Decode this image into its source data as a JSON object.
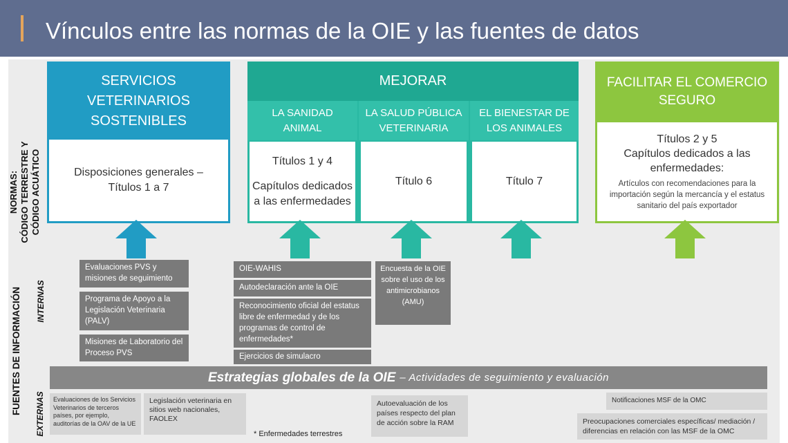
{
  "title": "Vínculos entre las normas de la OIE y las fuentes de datos",
  "side_labels": {
    "normas_line1": "NORMAS:",
    "normas_line2": "CÓDIGO TERRESTRE Y",
    "normas_line3": "CÓDIGO ACUÁTICO",
    "fuentes": "FUENTES DE INFORMACIÓN",
    "internas": "INTERNAS",
    "externas": "EXTERNAS"
  },
  "pillars": {
    "servicios": {
      "head_line1": "SERVICIOS",
      "head_line2": "VETERINARIOS",
      "head_line3": "SOSTENIBLES",
      "body_line1": "Disposiciones generales –",
      "body_line2": "Títulos 1 a 7"
    },
    "mejorar": {
      "head": "MEJORAR",
      "sanidad": {
        "head_line1": "LA SANIDAD",
        "head_line2": "ANIMAL",
        "body_line1": "Títulos 1 y 4",
        "body_line2": "Capítulos dedicados",
        "body_line3": "a las enfermedades"
      },
      "salud": {
        "head_line1": "LA SALUD PÚBLICA",
        "head_line2": "VETERINARIA",
        "body": "Título 6"
      },
      "bienestar": {
        "head_line1": "EL BIENESTAR DE",
        "head_line2": "LOS ANIMALES",
        "body": "Título 7"
      }
    },
    "comercio": {
      "head_line1": "FACILITAR EL COMERCIO",
      "head_line2": "SEGURO",
      "body_line1": "Títulos 2 y 5",
      "body_line2": "Capítulos dedicados a las",
      "body_line3": "enfermedades:",
      "body_detail": "Artículos con recomendaciones  para la importación  según la mercancía y el estatus sanitario del país exportador"
    }
  },
  "internal_sources": {
    "pvs": [
      "Evaluaciones PVS y misiones de seguimiento",
      "Programa de Apoyo a la Legislación Veterinaria (PALV)",
      "Misiones de Laboratorio del Proceso PVS"
    ],
    "sanidad": [
      "OIE-WAHIS",
      "Autodeclaración ante la OIE",
      "Reconocimiento oficial del estatus libre de enfermedad y de los programas de control de enfermedades*",
      "Ejercicios de simulacro"
    ],
    "amu": "Encuesta de la OIE sobre el uso de los antimicrobianos (AMU)"
  },
  "strategy": {
    "main": "Estrategias globales de la OIE",
    "sub": "– Actividades de seguimiento y evaluación"
  },
  "external_sources": {
    "evaluaciones": "Evaluaciones de los Servicios Veterinarios de terceros países, por ejemplo, auditorías de la OAV de la UE",
    "legislacion": "Legislación veterinaria en sitios web nacionales, FAOLEX",
    "autoevaluacion": "Autoevaluación de los países respecto del plan de acción sobre la RAM",
    "notificaciones": "Notificaciones MSF de la OMC",
    "preocupaciones": "Preocupaciones comerciales específicas/ mediación / diferencias en relación con las MSF de  la OMC"
  },
  "footnote": "* Enfermedades terrestres",
  "colors": {
    "header_bg": "#5f6d8f",
    "header_accent": "#e4a55c",
    "blue": "#219cc4",
    "teal": "#29b8a2",
    "green": "#8dc63f",
    "gray_dark": "#7a7a7a",
    "gray_light": "#d6d6d6"
  }
}
